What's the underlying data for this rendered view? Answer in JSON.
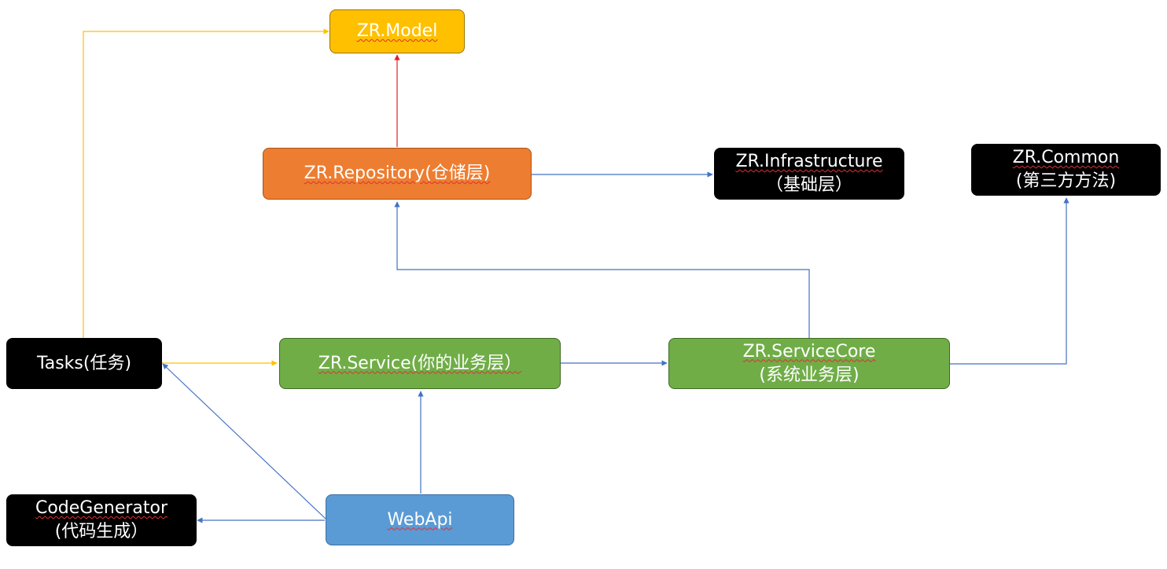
{
  "nodes": {
    "model": {
      "lines": [
        "ZR.Model"
      ]
    },
    "repository": {
      "lines": [
        "ZR.Repository(仓储层)"
      ]
    },
    "infrastructure": {
      "lines": [
        "ZR.Infrastructure",
        "（基础层）"
      ]
    },
    "common": {
      "lines": [
        "ZR.Common",
        "(第三方方法)"
      ]
    },
    "tasks": {
      "lines": [
        "Tasks(任务)"
      ]
    },
    "service": {
      "lines": [
        "ZR.Service(你的业务层）"
      ]
    },
    "servicecore": {
      "lines": [
        "ZR.ServiceCore",
        "(系统业务层)"
      ]
    },
    "webapi": {
      "lines": [
        "WebApi"
      ]
    },
    "codegenerator": {
      "lines": [
        "CodeGenerator",
        "(代码生成）"
      ]
    }
  },
  "colors": {
    "model": "#ffc000",
    "repository": "#ed7d31",
    "service": "#70ad47",
    "webapi": "#5b9bd5",
    "external": "#000000",
    "edge_blue": "#4472c4",
    "edge_yellow": "#ffc000",
    "edge_red": "#e02020"
  },
  "edges": [
    {
      "from": "repository",
      "to": "model",
      "color": "red"
    },
    {
      "from": "tasks",
      "to": "model",
      "color": "yellow"
    },
    {
      "from": "tasks",
      "to": "service",
      "color": "yellow"
    },
    {
      "from": "repository",
      "to": "infrastructure",
      "color": "blue"
    },
    {
      "from": "servicecore",
      "to": "repository",
      "color": "blue"
    },
    {
      "from": "servicecore",
      "to": "common",
      "color": "blue"
    },
    {
      "from": "service",
      "to": "servicecore",
      "color": "blue"
    },
    {
      "from": "webapi",
      "to": "service",
      "color": "blue"
    },
    {
      "from": "webapi",
      "to": "tasks",
      "color": "blue"
    },
    {
      "from": "webapi",
      "to": "codegenerator",
      "color": "blue"
    }
  ]
}
